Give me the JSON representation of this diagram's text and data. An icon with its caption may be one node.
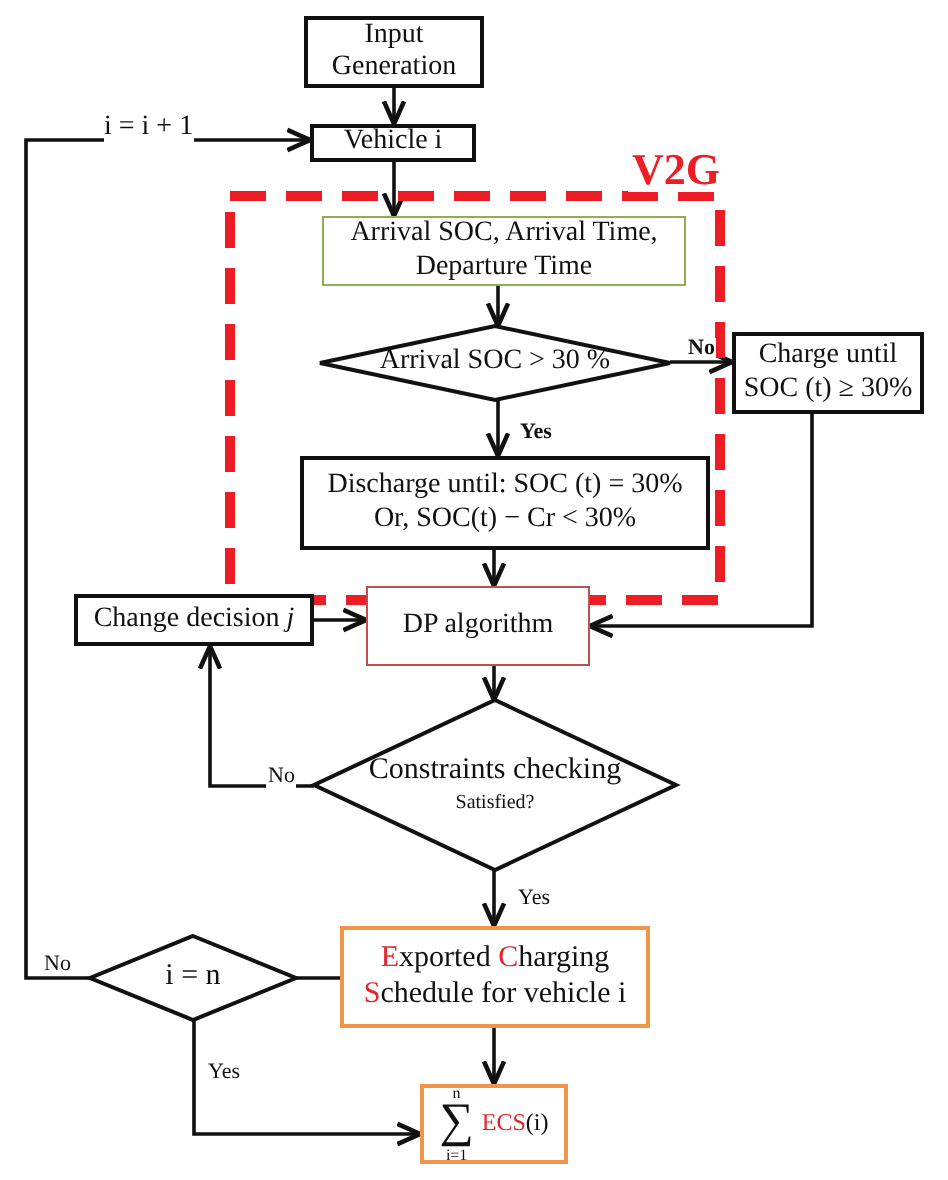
{
  "diagram": {
    "nodes": [
      {
        "text": [
          "Input Generation"
        ]
      },
      {
        "text": [
          "Vehicle i"
        ]
      },
      {
        "text": [
          "V2G"
        ]
      },
      {
        "text": [
          "Arrival SOC, Arrival Time, Departure Time"
        ],
        "in": 2
      },
      {
        "text": [
          "Arrival SOC > 30 %"
        ],
        "in": 2
      },
      {
        "text": [
          "Charge until SOC (t) ≥ 30%"
        ]
      },
      {
        "text": [
          "Discharge until: SOC (t) = 30%",
          "Or, SOC(t) − Cr < 30%"
        ],
        "in": 2
      },
      {
        "text": [
          "Change decision *j*"
        ]
      },
      {
        "text": [
          "DP algorithm"
        ]
      },
      {
        "text": [
          "Constraints checking",
          "Satisfied?"
        ]
      },
      {
        "text": [
          "Exported Charging Schedule for vehicle i"
        ]
      },
      {
        "text": [
          "i = n"
        ]
      },
      {
        "text": [
          "n",
          "∑",
          "i=1",
          "ECS(i)"
        ]
      }
    ],
    "edges": [
      {
        "from": 0,
        "to": 1,
        "arrow": "to"
      },
      {
        "from": 1,
        "to": 3,
        "arrow": "to"
      },
      {
        "from": 3,
        "to": 4,
        "arrow": "to"
      },
      {
        "from": 4,
        "to": 5,
        "arrow": "to",
        "label": "No"
      },
      {
        "from": 4,
        "to": 6,
        "arrow": "to",
        "label": "Yes"
      },
      {
        "from": 6,
        "to": 8,
        "arrow": "to"
      },
      {
        "from": 5,
        "to": 8,
        "arrow": "to"
      },
      {
        "from": 7,
        "to": 8,
        "arrow": "to"
      },
      {
        "from": 8,
        "to": 9,
        "arrow": "to"
      },
      {
        "from": 9,
        "to": 7,
        "arrow": "to",
        "label": "No"
      },
      {
        "from": 9,
        "to": 10,
        "arrow": "to",
        "label": "Yes"
      },
      {
        "from": 10,
        "to": 11,
        "arrow": "none"
      },
      {
        "from": 11,
        "to": 1,
        "arrow": "to",
        "label": "No"
      },
      {
        "from": 11,
        "to": 12,
        "arrow": "to",
        "label": "Yes"
      },
      {
        "from": 10,
        "to": 12,
        "arrow": "to"
      }
    ],
    "labels": [
      "i = i + 1"
    ]
  }
}
